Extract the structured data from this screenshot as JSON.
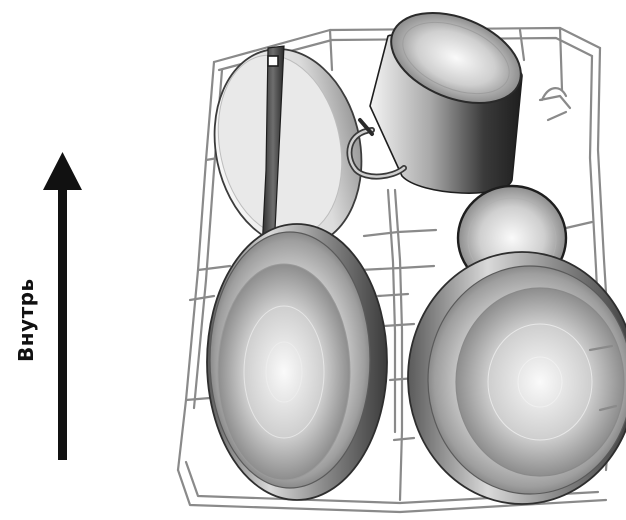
{
  "diagram": {
    "direction_label": "Внутрь",
    "colors": {
      "arrow": "#111111",
      "rack_wire": "#8a8a8a",
      "metal_light": "#f2f2f2",
      "metal_mid": "#bdbdbd",
      "metal_dark": "#4a4a4a"
    },
    "items": [
      {
        "name": "pan-lid-with-handle",
        "icon": "lid-icon"
      },
      {
        "name": "stock-pot",
        "icon": "pot-icon"
      },
      {
        "name": "small-lid",
        "icon": "lid-icon"
      },
      {
        "name": "frying-pan-left",
        "icon": "pan-icon"
      },
      {
        "name": "frying-pan-right",
        "icon": "pan-icon"
      }
    ]
  }
}
